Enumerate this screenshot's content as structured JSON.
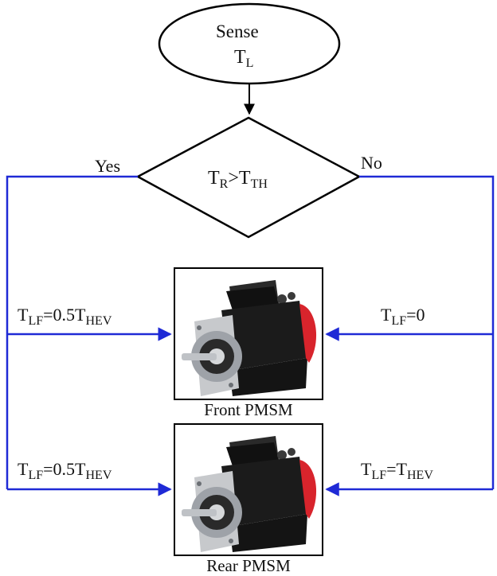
{
  "start": {
    "line1": "Sense",
    "t_main": "T",
    "t_sub": "L"
  },
  "decision": {
    "a_main": "T",
    "a_sub": "R",
    "op": ">",
    "b_main": "T",
    "b_sub": "TH"
  },
  "branch": {
    "yes": "Yes",
    "no": "No"
  },
  "eq_front_left": {
    "a": "T",
    "a_sub": "LF",
    "mid": "=0.5T",
    "b_sub": "HEV"
  },
  "eq_front_right": {
    "a": "T",
    "a_sub": "LF",
    "mid": "=0"
  },
  "eq_rear_left": {
    "a": "T",
    "a_sub": "LF",
    "mid": "=0.5T",
    "b_sub": "HEV"
  },
  "eq_rear_right": {
    "a": "T",
    "a_sub": "LF",
    "mid": "=T",
    "b_sub": "HEV"
  },
  "motors": {
    "front_caption": "Front PMSM",
    "rear_caption": "Rear PMSM"
  },
  "colors": {
    "flow_line": "#1f2ad6",
    "outline": "#000000",
    "motor_body": "#1b1b1b",
    "motor_accent": "#d8242c",
    "flange": "#b9bcc1"
  }
}
